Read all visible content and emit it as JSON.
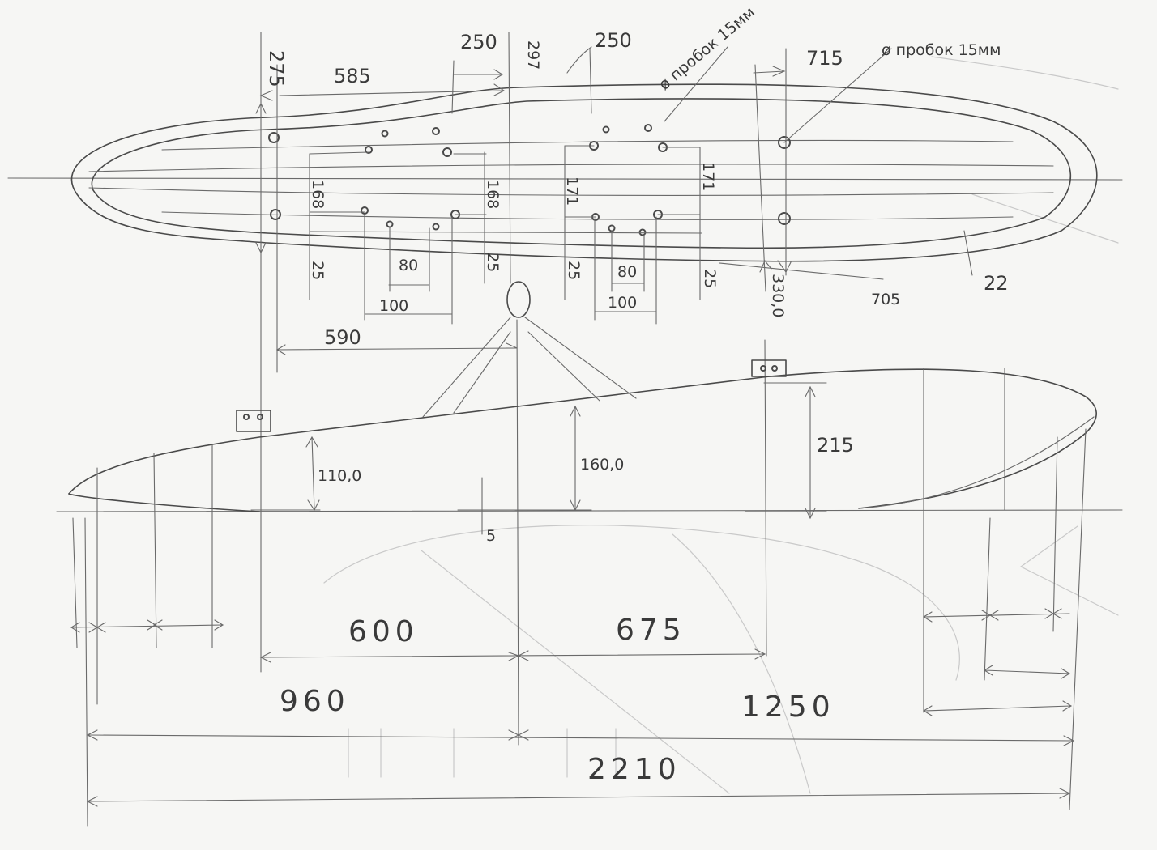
{
  "labels": {
    "d275": "275",
    "d585": "585",
    "d250a": "250",
    "d297": "297",
    "d250b": "250",
    "cork1": "ø пробок 15мм",
    "cork2": "ø пробок 15мм",
    "d715": "715",
    "d168a": "168",
    "d168b": "168",
    "d171a": "171",
    "d171b": "171",
    "d25a": "25",
    "d25b": "25",
    "d25c": "25",
    "d25d": "25",
    "d80a": "80",
    "d80b": "80",
    "d100a": "100",
    "d100b": "100",
    "d590": "590",
    "d330": "330,0",
    "d705": "705",
    "d22": "22",
    "d110": "110,0",
    "d160": "160,0",
    "d215": "215",
    "d5": "5",
    "d600": "600",
    "d675": "675",
    "d960": "960",
    "d1250": "1250",
    "d2210": "2210"
  }
}
